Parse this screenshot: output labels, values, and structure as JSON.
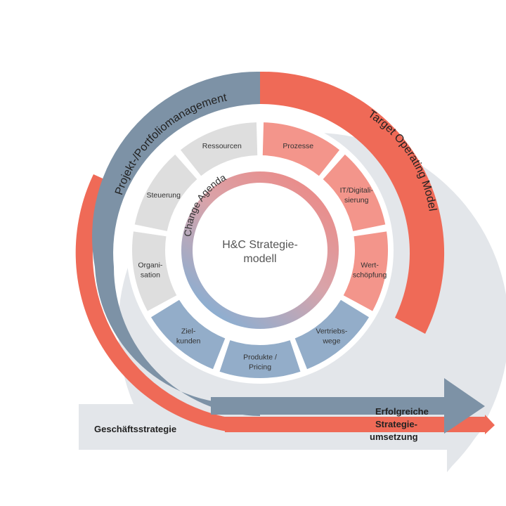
{
  "colors": {
    "outer_ring": "#e3e6ea",
    "portfolio_band": "#7d92a6",
    "target_band": "#ef6a57",
    "grey_segment": "#dedede",
    "pink_segment": "#f3958b",
    "blue_segment": "#93adc9",
    "arrow_grey": "#e3e6ea",
    "arrow_blue": "#7d92a6",
    "arrow_red": "#ef6a57"
  },
  "diagram": {
    "center": {
      "line1": "H&C Strategie-",
      "line2": "modell"
    },
    "change_agenda": "Change Agenda",
    "portfolio_label": "Projekt-/Portfoliomanagement",
    "target_label": "Target Operating Model",
    "strategy_label": "Geschäftsstrategie",
    "result_lines": [
      "Erfolgreiche",
      "Strategie-",
      "umsetzung"
    ],
    "segments": [
      {
        "lines": [
          "Prozesse"
        ],
        "color": "pink"
      },
      {
        "lines": [
          "IT/Digitali-",
          "sierung"
        ],
        "color": "pink"
      },
      {
        "lines": [
          "Wert-",
          "schöpfung"
        ],
        "color": "pink"
      },
      {
        "lines": [
          "Vertriebs-",
          "wege"
        ],
        "color": "blue"
      },
      {
        "lines": [
          "Produkte /",
          "Pricing"
        ],
        "color": "blue"
      },
      {
        "lines": [
          "Ziel-",
          "kunden"
        ],
        "color": "blue"
      },
      {
        "lines": [
          "Organi-",
          "sation"
        ],
        "color": "grey"
      },
      {
        "lines": [
          "Steuerung"
        ],
        "color": "grey"
      },
      {
        "lines": [
          "Ressourcen"
        ],
        "color": "grey"
      }
    ]
  }
}
